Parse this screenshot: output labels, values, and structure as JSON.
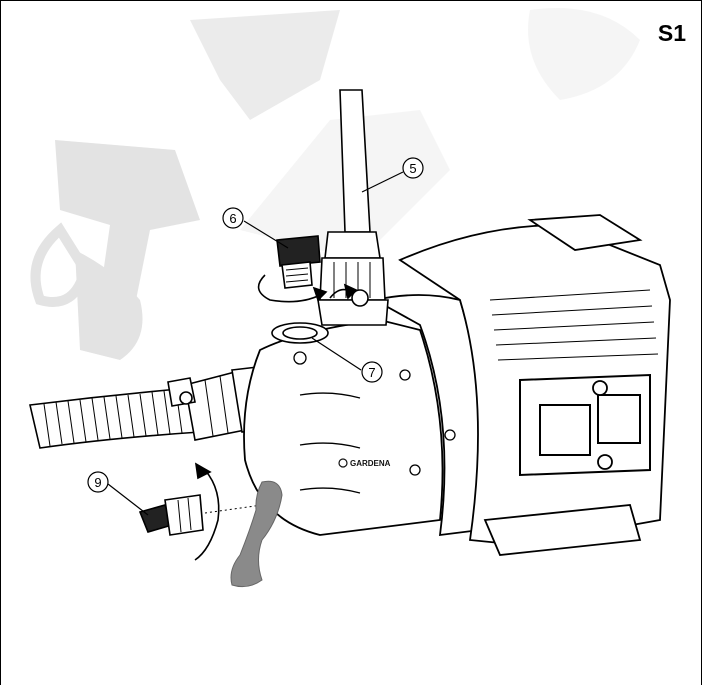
{
  "page": {
    "sheet_label": "S1"
  },
  "brand": {
    "name": "GARDENA"
  },
  "callouts": [
    {
      "id": "callout-5",
      "label": "5",
      "part": "pressure-hose"
    },
    {
      "id": "callout-6",
      "label": "6",
      "part": "filler-plug"
    },
    {
      "id": "callout-7",
      "label": "7",
      "part": "filler-opening"
    },
    {
      "id": "callout-9",
      "label": "9",
      "part": "drain-plug"
    }
  ],
  "colors": {
    "line": "#000000",
    "watermark": "#c8c8c8",
    "water": "#8a8a8a",
    "white": "#ffffff"
  },
  "icons": [
    "rotate-clockwise-arrow-icon",
    "rotate-counterclockwise-arrow-icon",
    "water-flow-icon"
  ]
}
